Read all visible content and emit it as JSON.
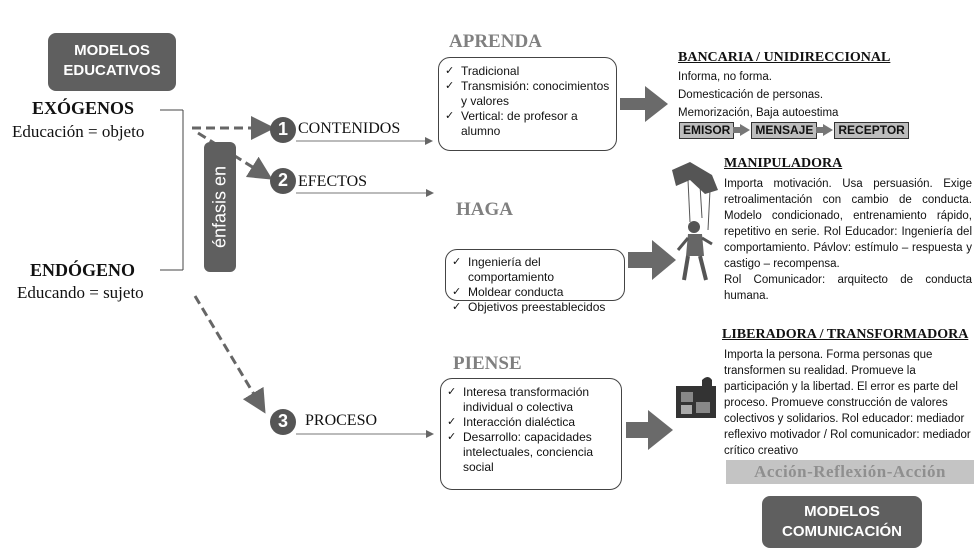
{
  "top_badge": {
    "line1": "MODELOS",
    "line2": "EDUCATIVOS"
  },
  "bottom_badge": {
    "line1": "MODELOS",
    "line2": "COMUNICACIÓN"
  },
  "exogenos": {
    "title": "EXÓGENOS",
    "subtitle": "Educación = objeto"
  },
  "endogeno": {
    "title": "ENDÓGENO",
    "subtitle": "Educando = sujeto"
  },
  "enfasis_label": "énfasis en",
  "steps": [
    {
      "number": "1",
      "label": "CONTENIDOS"
    },
    {
      "number": "2",
      "label": "EFECTOS"
    },
    {
      "number": "3",
      "label": "PROCESO"
    }
  ],
  "aprenda": {
    "heading": "APRENDA",
    "items": [
      "Tradicional",
      "Transmisión: conocimientos y valores",
      "Vertical: de profesor a alumno"
    ]
  },
  "haga": {
    "heading": "HAGA",
    "items": [
      "Ingeniería del comportamiento",
      "Moldear conducta",
      "Objetivos preestablecidos"
    ]
  },
  "piense": {
    "heading": "PIENSE",
    "items": [
      "Interesa transformación individual o colectiva",
      "Interacción dialéctica",
      "Desarrollo: capacidades intelectuales, conciencia social"
    ]
  },
  "bancaria": {
    "title": "BANCARIA / UNIDIRECCIONAL",
    "lines": [
      "Informa, no forma.",
      "Domesticación de personas.",
      "Memorización, Baja autoestima"
    ],
    "flow": [
      "EMISOR",
      "MENSAJE",
      "RECEPTOR"
    ]
  },
  "manipuladora": {
    "title": "MANIPULADORA",
    "text": "Importa motivación. Usa persuasión. Exige retroalimentación con cambio de conducta. Modelo condicionado, entrenamiento rápido, repetitivo en serie. Rol Educador: Ingeniería del comportamiento. Pávlov: estímulo – respuesta y castigo – recompensa.",
    "text2": "Rol Comunicador: arquitecto de conducta humana."
  },
  "liberadora": {
    "title": "LIBERADORA / TRANSFORMADORA",
    "text": "Importa la persona. Forma personas que transformen su realidad. Promueve la participación y la libertad. El error es parte del proceso.  Promueve construcción de valores colectivos y solidarios. Rol educador: mediador reflexivo motivador / Rol comunicador: mediador crítico creativo",
    "banner": "Acción-Reflexión-Acción"
  },
  "colors": {
    "badge": "#5f5f5f",
    "arrow": "#6a6a6a",
    "heading_gray": "#808080"
  },
  "icons": [
    "puppet-hand-icon",
    "puzzle-head-icon"
  ]
}
